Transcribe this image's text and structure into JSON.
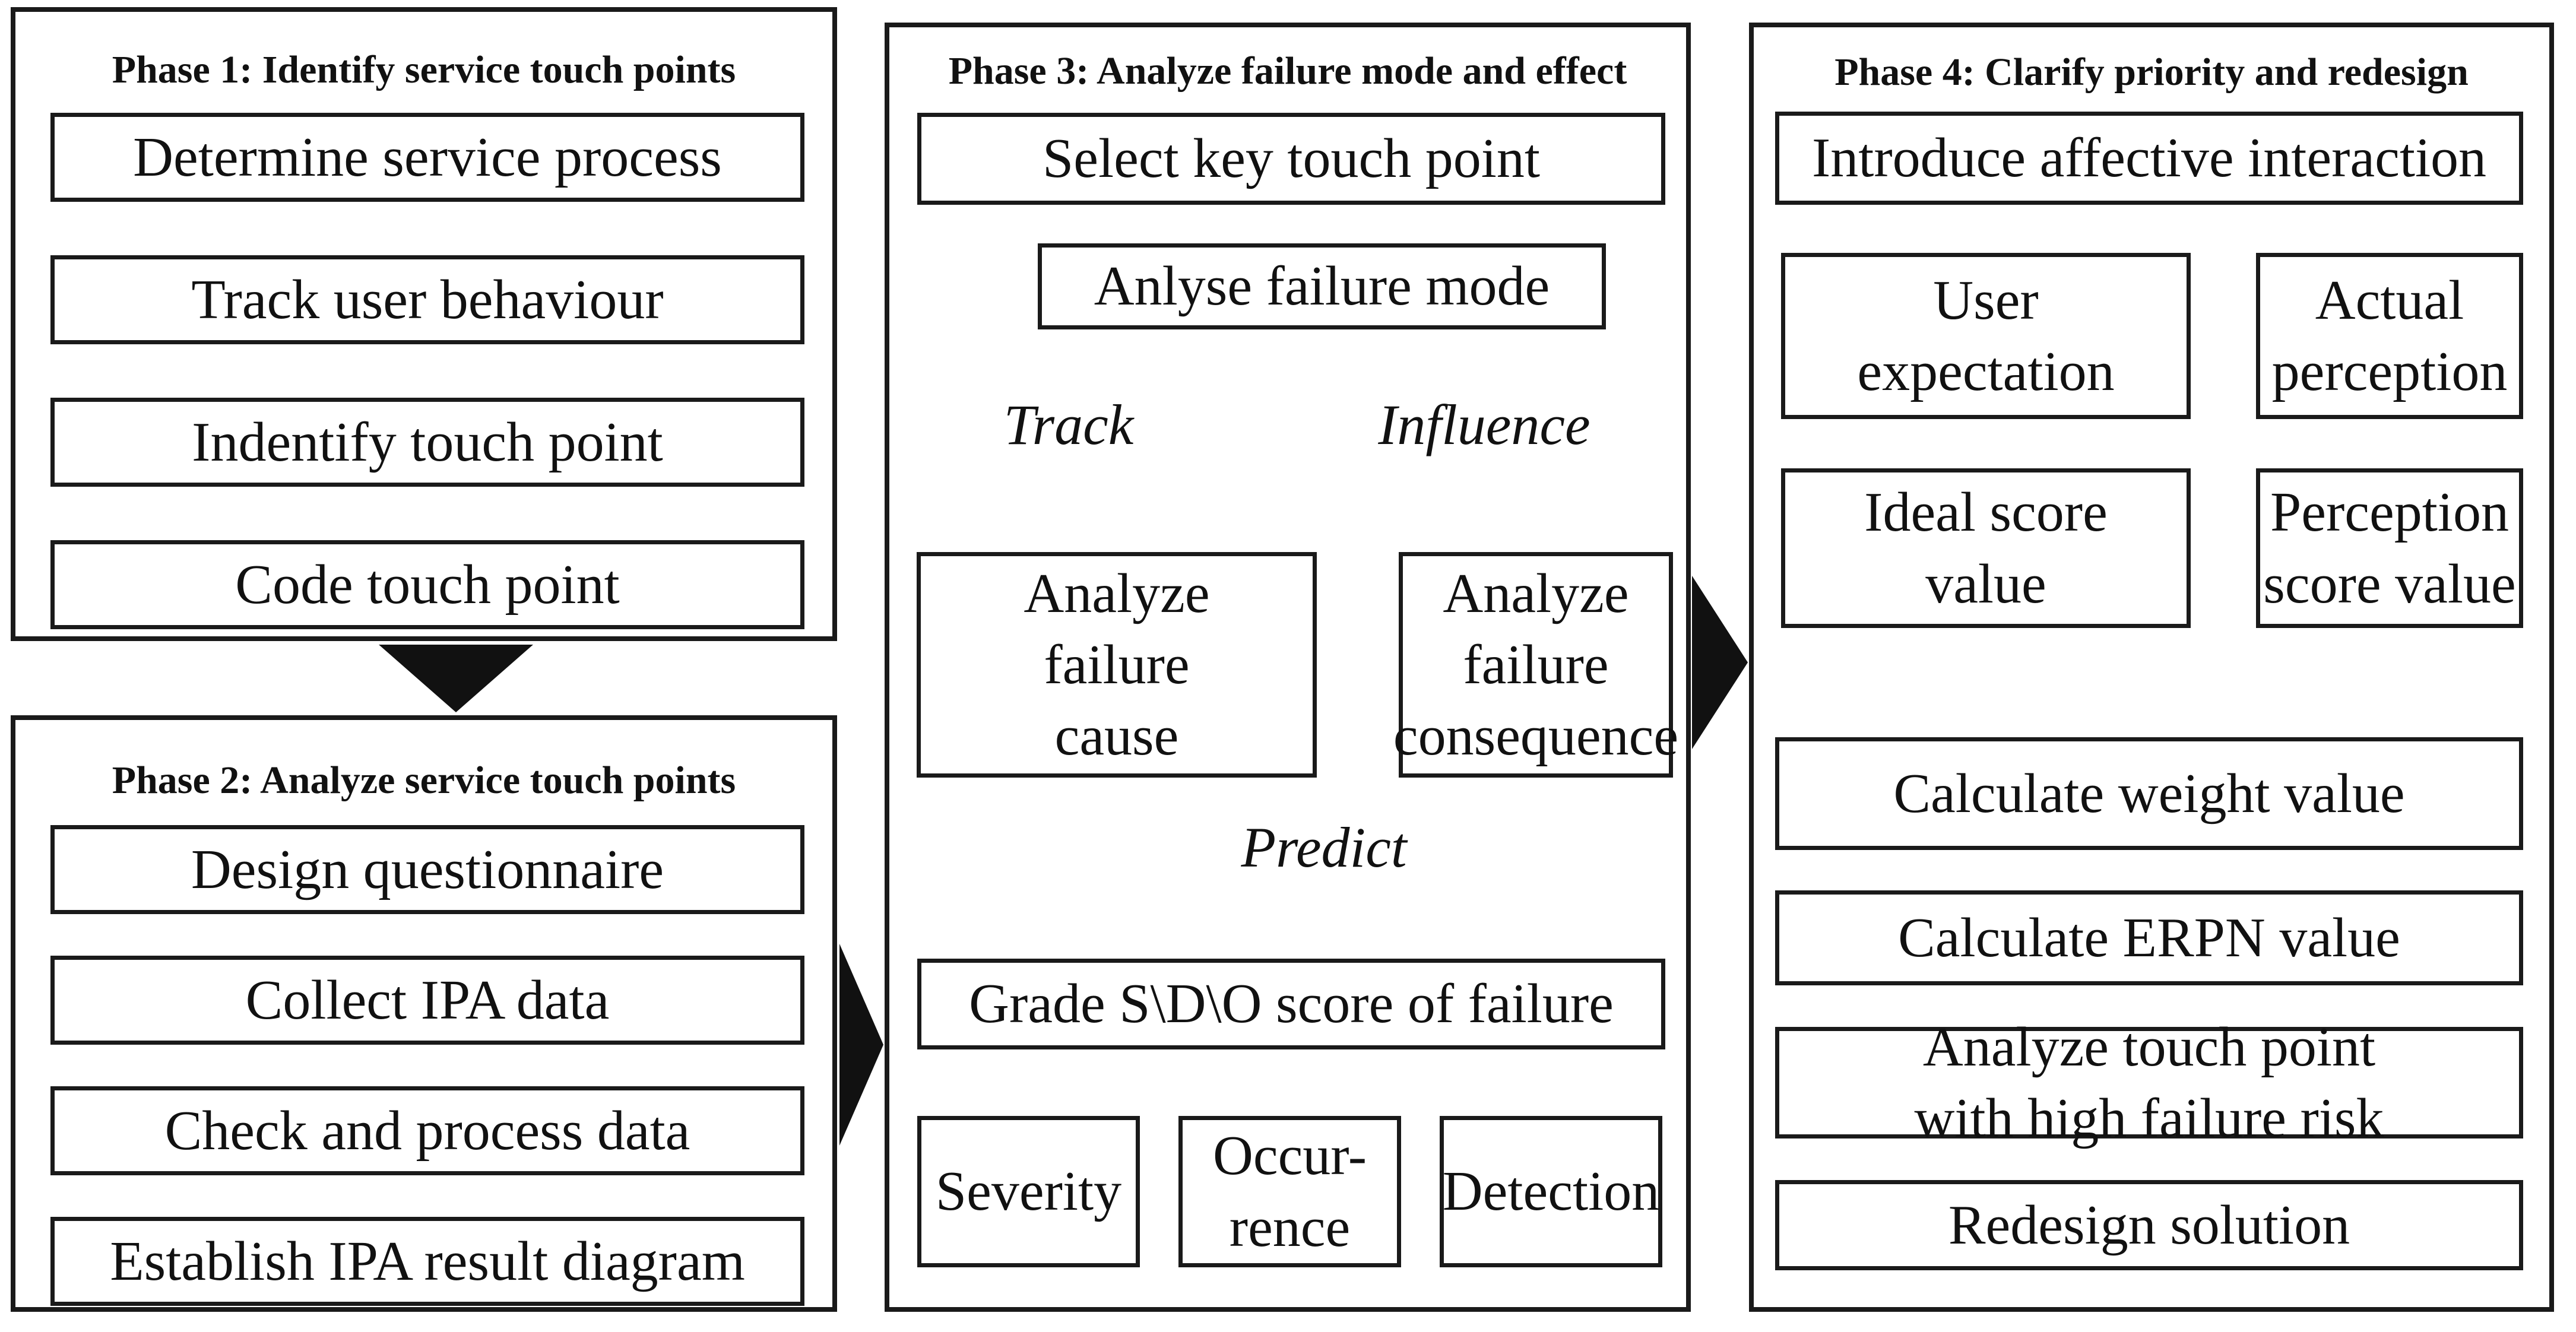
{
  "diagram": {
    "background_color": "#ffffff",
    "line_color": "#1a1a1a",
    "arrow_color": "#111111"
  },
  "phase1": {
    "title": "Phase 1: Identify service touch points",
    "steps": [
      "Determine service process",
      "Track user behaviour",
      "Indentify touch point",
      "Code touch point"
    ]
  },
  "phase2": {
    "title": "Phase 2: Analyze service touch points",
    "steps": [
      "Design questionnaire",
      "Collect IPA data",
      "Check and process data",
      "Establish IPA result diagram"
    ]
  },
  "phase3": {
    "title": "Phase 3: Analyze failure mode and effect",
    "select": "Select key touch point",
    "analyse_mode": "Anlyse failure mode",
    "track_label": "Track",
    "influence_label": "Influence",
    "cause": "Analyze\nfailure\ncause",
    "consequence": "Analyze\nfailure\nconsequence",
    "predict_label": "Predict",
    "grade": "Grade S\\D\\O score of failure",
    "factors": [
      "Severity",
      "Occur-\nrence",
      "Detection"
    ]
  },
  "phase4": {
    "title": "Phase 4: Clarify priority and redesign",
    "intro": "Introduce affective interaction",
    "user_expectation": "User\nexpectation",
    "actual_perception": "Actual\nperception",
    "ideal_score": "Ideal score\nvalue",
    "perception_score": "Perception\nscore value",
    "weight": "Calculate weight value",
    "erpn": "Calculate ERPN value",
    "analyze_risk": "Analyze touch point\nwith high failure risk",
    "redesign": "Redesign solution"
  }
}
